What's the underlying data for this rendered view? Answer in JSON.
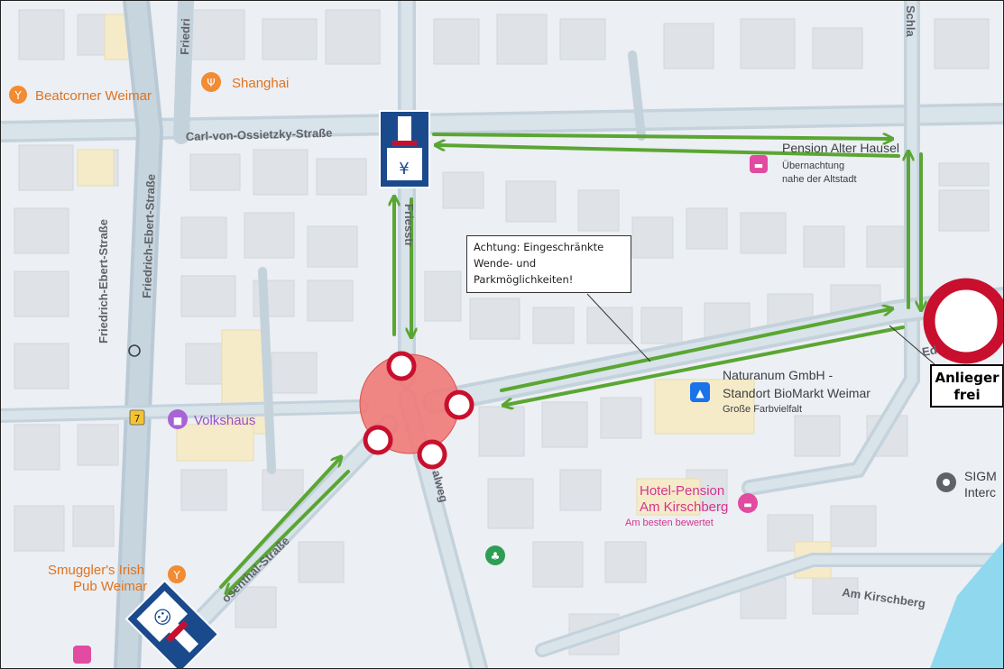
{
  "map": {
    "pois": {
      "beatcorner": "Beatcorner Weimar",
      "shanghai": "Shanghai",
      "volkshaus": "Volkshaus",
      "smugglers_line1": "Smuggler's Irish",
      "smugglers_line2": "Pub Weimar",
      "pension_alter": "Pension Alter Hausel",
      "pension_alter_sub1": "Übernachtung",
      "pension_alter_sub2": "nahe der Altstadt",
      "naturanum_line1": "Naturanum GmbH -",
      "naturanum_line2": "Standort BioMarkt Weimar",
      "naturanum_sub": "Große Farbvielfalt",
      "hotel_line1": "Hotel-Pension",
      "hotel_line2": "Am Kirschberg",
      "hotel_sub": "Am besten bewertet",
      "sigma_line1": "SIGM",
      "sigma_line2": "Interc"
    },
    "streets": {
      "carl_von_ossietzky": "Carl-von-Ossietzky-Straße",
      "friedrich_ebert_main": "Friedrich-Ebert-Straße",
      "friedrich_ebert_side": "Friedrich-Ebert-Straße",
      "friedrich_top": "Friedri",
      "friesstr": "Friesstr",
      "rosenthal": "osenthal-Straße",
      "schla": "Schla",
      "ed": "Ed",
      "alweg": "alweg",
      "am_kirschberg": "Am Kirschberg"
    },
    "route_badge": "7",
    "annotation": {
      "line1": "Achtung: Eingeschränkte",
      "line2": "Wende- und",
      "line3": "Parkmöglichkeiten!"
    },
    "sign_label": {
      "line1": "Anlieger",
      "line2": "frei"
    },
    "colors": {
      "route_arrow": "#5aa632",
      "roundabout": "#f07a78",
      "prohibition_ring": "#c8102e",
      "deadend_sign": "#1b4a8c",
      "road": "#b9cad6",
      "water": "#8fd8ee"
    }
  }
}
